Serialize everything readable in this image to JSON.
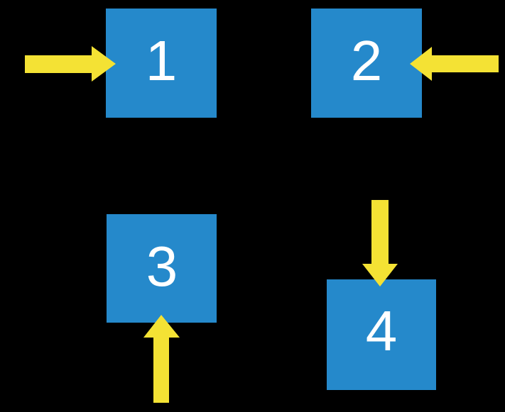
{
  "diagram": {
    "background_color": "#000000",
    "square_color": "#2589CB",
    "arrow_color": "#F4E234",
    "label_color": "#FFFFFF",
    "items": [
      {
        "label": "1",
        "arrow_direction": "right",
        "arrow_side": "left"
      },
      {
        "label": "2",
        "arrow_direction": "left",
        "arrow_side": "right"
      },
      {
        "label": "3",
        "arrow_direction": "up",
        "arrow_side": "bottom"
      },
      {
        "label": "4",
        "arrow_direction": "down",
        "arrow_side": "top"
      }
    ]
  }
}
